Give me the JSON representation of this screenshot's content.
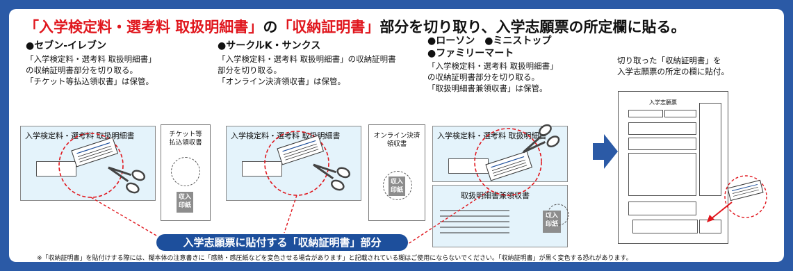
{
  "headline": {
    "part1": "「入学検定料・選考料 取扱明細書」",
    "part2": "の",
    "part3": "「収納証明書」",
    "part4": "部分を切り取り、入学志願票の所定欄に貼る。"
  },
  "stores": [
    {
      "name": "●セブン-イレブン",
      "lines": [
        "「入学検定料・選考料 取扱明細書」",
        "の収納証明書部分を切り取る。",
        "「チケット等払込領収書」は保管。"
      ],
      "panel_title": "入学検定料・選考料 取扱明細書",
      "receipt_label": [
        "チケット等",
        "払込領収書"
      ]
    },
    {
      "name": "●サークルK・サンクス",
      "lines": [
        "「入学検定料・選考料 取扱明細書」の収納証明書",
        "部分を切り取る。",
        "「オンライン決済領収書」は保管。"
      ],
      "panel_title": "入学検定料・選考料 取扱明細書",
      "receipt_label": [
        "オンライン決済",
        "領収書"
      ]
    },
    {
      "name_line1": "●ローソン　●ミニストップ",
      "name_line2": "●ファミリーマート",
      "lines": [
        "「入学検定料・選考料 取扱明細書」",
        "の収納証明書部分を切り取る。",
        "「取扱明細書兼領収書」は保管。"
      ],
      "panel_title": "入学検定料・選考料 取扱明細書",
      "lower_title": "取扱明細書兼領収書"
    }
  ],
  "stamp_label": [
    "収入",
    "印紙"
  ],
  "final_step": {
    "lines": [
      "切り取った「収納証明書」を",
      "入学志願票の所定の欄に貼付。"
    ],
    "form_title": "入学志願票"
  },
  "banner": "入学志願票に貼付する「収納証明書」部分",
  "footnote": "※「収納証明書」を貼付けする際には、糊本体の注意書きに「感熱・感圧紙などを変色させる場合があります」と記載されている糊はご使用にならないでください。「収納証明書」が黒く変色する恐れがあります。",
  "colors": {
    "frame": "#2b5aa6",
    "accent_red": "#e0161d",
    "panel_blue": "#e4f3fb",
    "banner": "#1d4f9c",
    "arrow": "#2b5aa6"
  },
  "icons": [
    "scissors-icon",
    "right-arrow-icon",
    "dashed-cut-circle-icon",
    "revenue-stamp-icon"
  ]
}
